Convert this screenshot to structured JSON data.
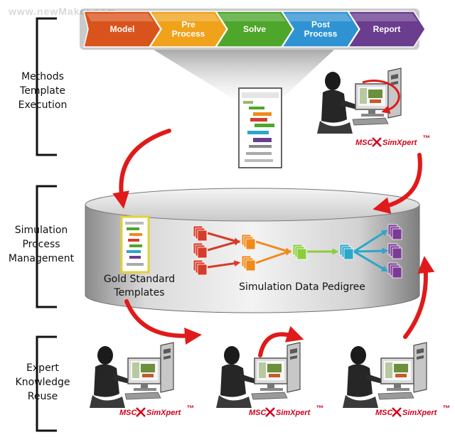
{
  "watermark": "www.newMaker.com",
  "process_steps": [
    {
      "label": "Model",
      "color": "#d9541c"
    },
    {
      "label": "Pre\nProcess",
      "color": "#f0a21a"
    },
    {
      "label": "Solve",
      "color": "#4ea62b"
    },
    {
      "label": "Post\nProcess",
      "color": "#2f93d3"
    },
    {
      "label": "Report",
      "color": "#6a3d8f"
    }
  ],
  "sections": {
    "methods": "Methods\nTemplate\nExecution",
    "simulation": "Simulation\nProcess\nManagement",
    "expert": "Expert\nKnowledge\nReuse"
  },
  "database": {
    "gold_standard": "Gold Standard\nTemplates",
    "pedigree": "Simulation Data Pedigree"
  },
  "brand": {
    "msc": "MSC",
    "product": "SimXpert",
    "tm": "™"
  },
  "colors": {
    "arrow_red": "#e01a1a",
    "cylinder_light": "#e6e6e6",
    "cylinder_dark": "#9c9c9c",
    "doc_red": "#d63c2a",
    "doc_orange": "#f08a1c",
    "doc_green": "#8ccd3c",
    "doc_cyan": "#2aa7c9",
    "doc_purple": "#7b3a95"
  },
  "icons": [
    "workstation-icon",
    "template-screenshot-icon",
    "document-stack-icon"
  ]
}
